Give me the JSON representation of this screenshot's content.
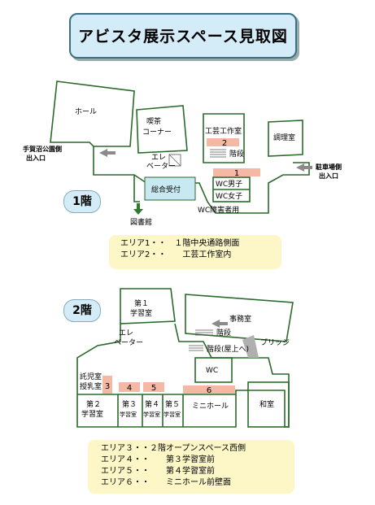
{
  "title": "アビスタ展示スペース見取図",
  "floor1": {
    "badge": "1階",
    "rooms": {
      "hall": "ホール",
      "kissa1": "喫茶",
      "kissa2": "コーナー",
      "elev1": "エレ",
      "elev2": "ベーター",
      "kogei": "工芸工作室",
      "stairs": "階段",
      "chori": "調理室",
      "reception": "総合受付",
      "wc_m": "WC男子",
      "wc_f": "WC女子",
      "wc_h": "WC障害者用",
      "library": "図書館"
    },
    "entrances": {
      "left1": "手賀沼公園側",
      "left2": "出入口",
      "right1": "駐車場側",
      "right2": "出入口"
    },
    "areas": [
      "1",
      "2"
    ],
    "notes": [
      "エリア1・・　１階中央通路側面",
      "エリア2・・　　工芸工作室内"
    ]
  },
  "floor2": {
    "badge": "2階",
    "rooms": {
      "study1a": "第１",
      "study1b": "学習室",
      "office": "事務室",
      "elev1": "エレ",
      "elev2": "ベーター",
      "stairs": "階段",
      "stairs_up": "階段(屋上へ)",
      "bridge": "ブリッジ",
      "wc": "WC",
      "takuji1": "託児室",
      "takuji2": "授乳室",
      "study2a": "第２",
      "study2b": "学習室",
      "study3a": "第３",
      "study3b": "学習室",
      "study4a": "第４",
      "study4b": "学習室",
      "study5a": "第５",
      "study5b": "学習室",
      "minihall": "ミニホール",
      "washitsu": "和室"
    },
    "areas": [
      "3",
      "4",
      "5",
      "6"
    ],
    "notes": [
      "エリア３・・２階オープンスペース西側",
      "エリア４・・　　第３学習室前",
      "エリア５・・　　第４学習室前",
      "エリア６・・　　ミニホール前壁面"
    ]
  },
  "colors": {
    "area": "#f4b8a4",
    "reception": "#c9e9f2",
    "arrow_green": "#2f7a2f",
    "arrow_gray": "#8a8a8a",
    "note_bg": "#fdf7c8",
    "wall": "#2a6a2a"
  }
}
